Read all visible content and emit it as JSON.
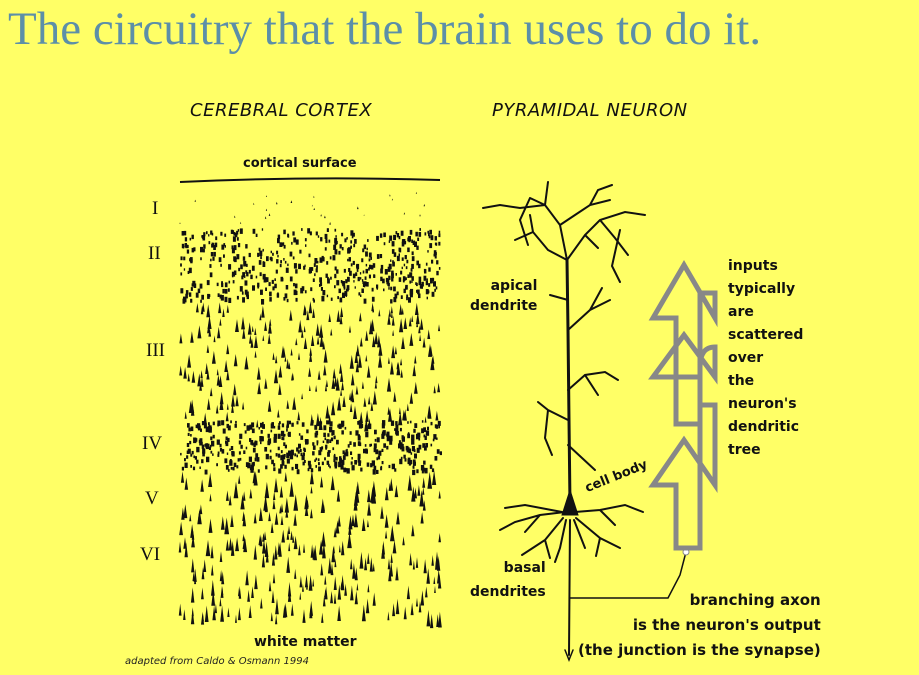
{
  "title": "The circuitry that the brain uses to do it.",
  "cortex": {
    "heading": "CEREBRAL CORTEX",
    "surface_label": "cortical surface",
    "layers": [
      "I",
      "II",
      "III",
      "IV",
      "V",
      "VI"
    ],
    "bottom_label": "white matter",
    "credit": "adapted from Caldo & Osmann 1994"
  },
  "neuron": {
    "heading": "PYRAMIDAL NEURON",
    "apical_label": "apical\ndendrite",
    "cell_body_label": "cell body",
    "basal_label": "basal\ndendrites",
    "inputs_label": "inputs\ntypically\nare\nscattered\nover\nthe\nneuron's\ndendritic\ntree",
    "axon_label": "branching axon\nis the neuron's output\n(the junction is the synapse)"
  },
  "colors": {
    "background": "#FFFF66",
    "title": "#5C8FA8",
    "arrow": "#888888",
    "ink": "#111111"
  }
}
